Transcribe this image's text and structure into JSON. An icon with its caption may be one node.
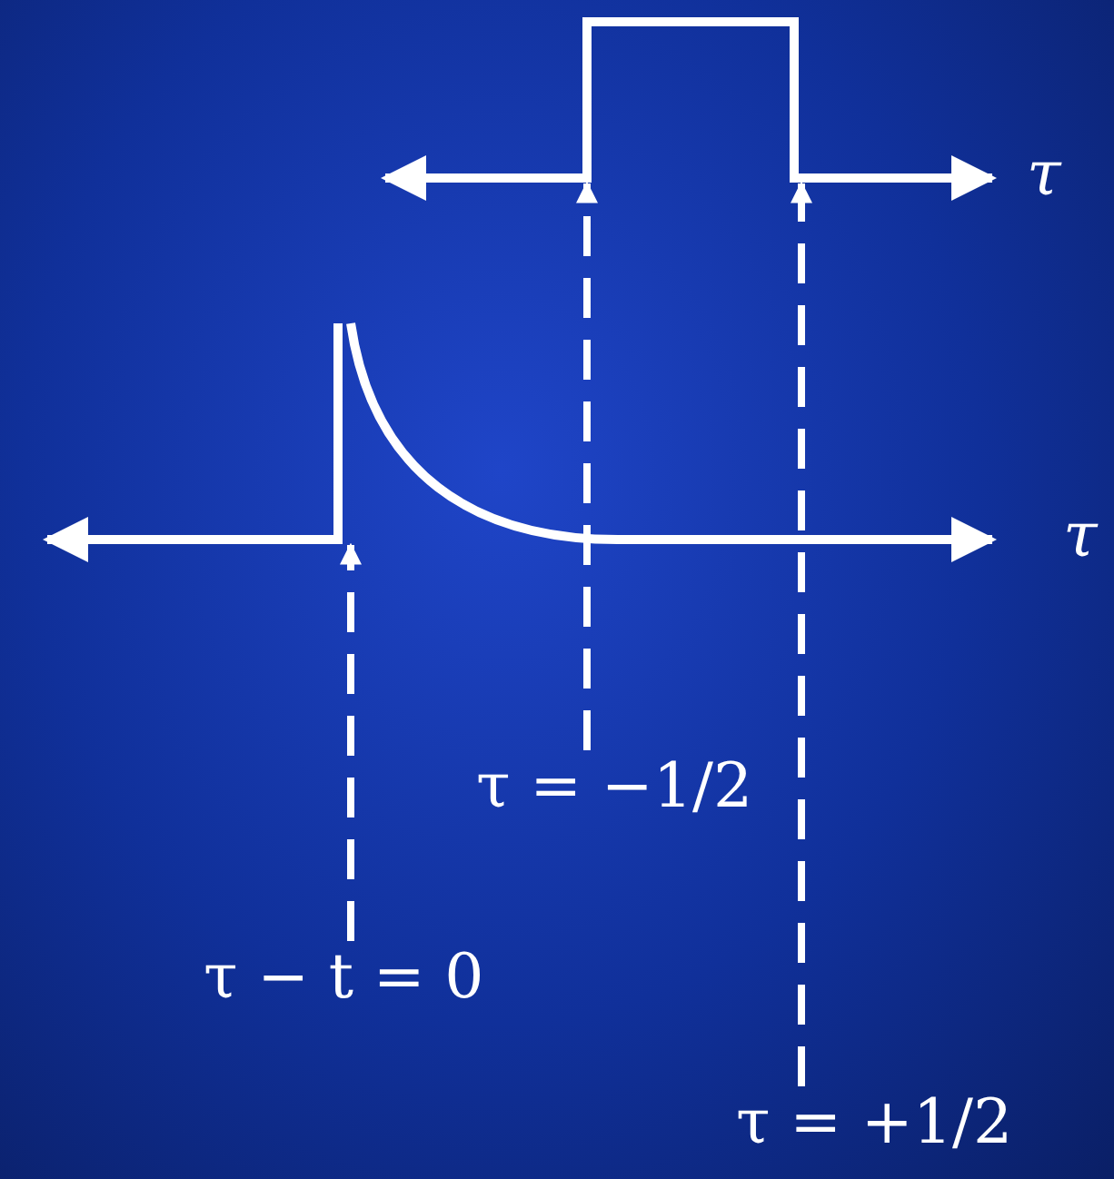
{
  "diagram": {
    "nodes": [
      {
        "text": [
          "τ = −1/2"
        ]
      },
      {
        "text": [
          "τ − t = 0"
        ]
      },
      {
        "text": [
          "τ = +1/2"
        ]
      },
      {
        "text": [],
        "shape": "picture"
      },
      {
        "text": [],
        "shape": "picture"
      }
    ],
    "edges": [
      {
        "from": 0,
        "to": 3,
        "arrow": "to",
        "style": "dashed"
      },
      {
        "from": 1,
        "to": 4,
        "arrow": "to",
        "style": "dashed"
      },
      {
        "from": 2,
        "to": 3,
        "arrow": "to",
        "style": "dashed"
      }
    ],
    "labels": [
      "τ",
      "τ"
    ]
  }
}
